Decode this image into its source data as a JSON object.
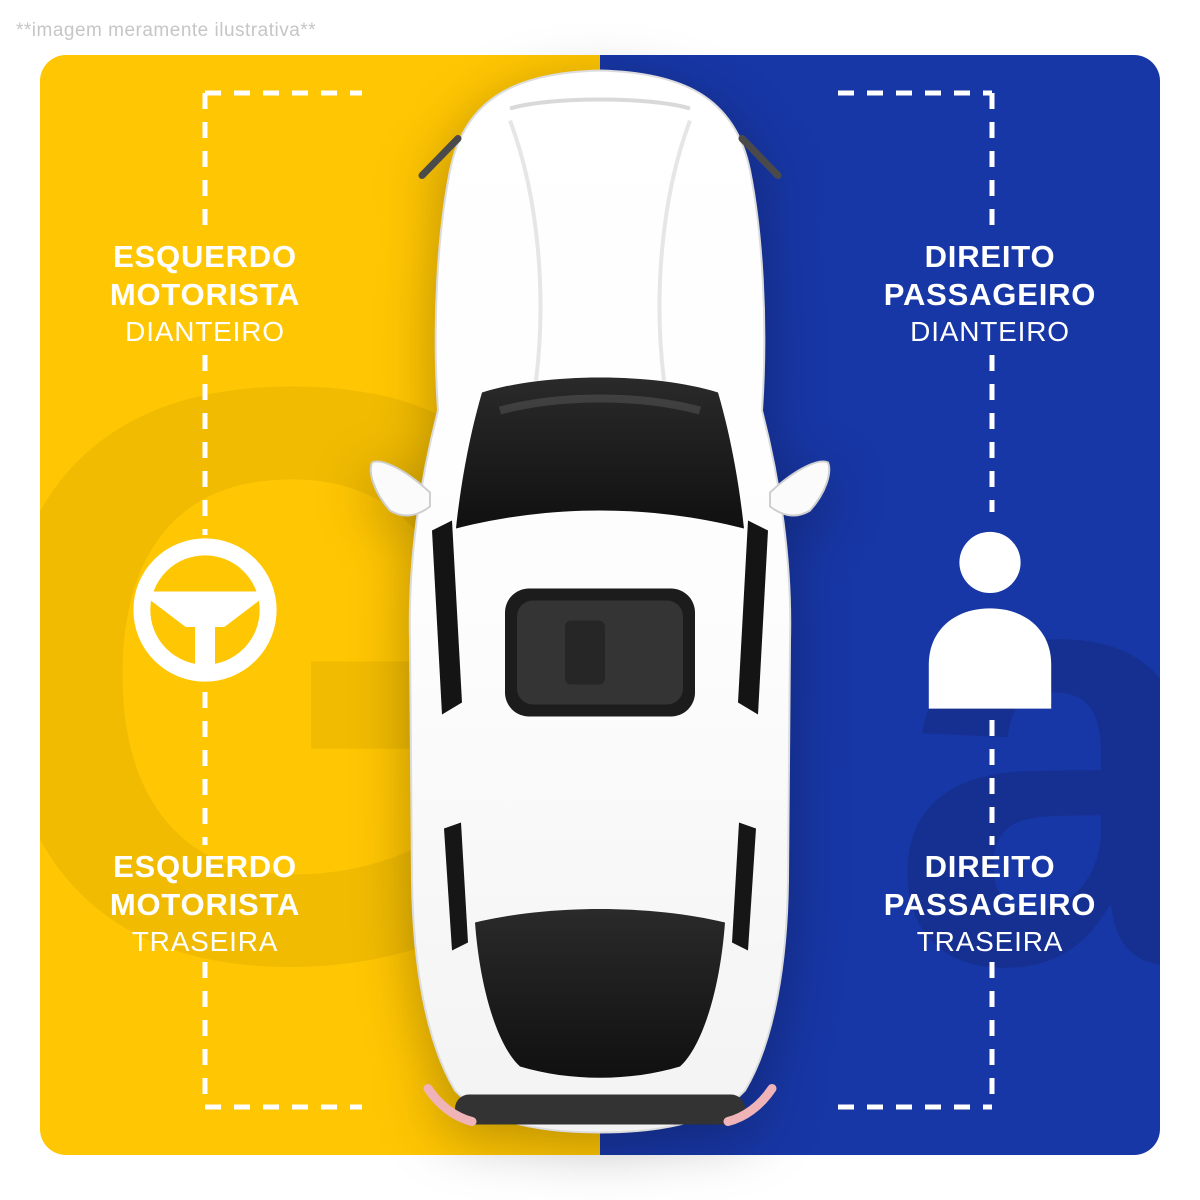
{
  "disclaimer": "**imagem meramente ilustrativa**",
  "colors": {
    "driver_side_background": "#FFC603",
    "passenger_side_background": "#1837A6",
    "label_text": "#FFFFFF",
    "disclaimer_text": "#C6C6C6",
    "dashed_line": "#FFFFFF"
  },
  "driver_side": {
    "front_label": {
      "line1": "ESQUERDO",
      "line2": "MOTORISTA",
      "line3": "DIANTEIRO"
    },
    "rear_label": {
      "line1": "ESQUERDO",
      "line2": "MOTORISTA",
      "line3": "TRASEIRA"
    },
    "icon": "steering-wheel-icon"
  },
  "passenger_side": {
    "front_label": {
      "line1": "DIREITO",
      "line2": "PASSAGEIRO",
      "line3": "DIANTEIRO"
    },
    "rear_label": {
      "line1": "DIREITO",
      "line2": "PASSAGEIRO",
      "line3": "TRASEIRA"
    },
    "icon": "person-icon"
  },
  "watermarks": {
    "left_letter": "G",
    "right_letter": "a"
  },
  "center_image": "white-car-top-view"
}
